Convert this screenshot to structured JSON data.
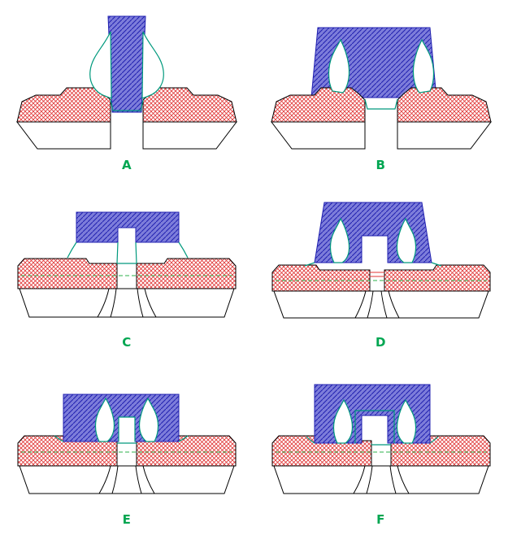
{
  "figure": {
    "panels": [
      {
        "label": "A"
      },
      {
        "label": "B"
      },
      {
        "label": "C"
      },
      {
        "label": "D"
      },
      {
        "label": "E"
      },
      {
        "label": "F"
      }
    ],
    "colors": {
      "source_drain_hatch": "#e03434",
      "gate_fill": "#7d7dda",
      "gate_hatch": "#2020b0",
      "outline": "#000000",
      "spacer_line": "#00997d",
      "junction_line": "#2db04b",
      "label_green": "#00a651"
    }
  }
}
